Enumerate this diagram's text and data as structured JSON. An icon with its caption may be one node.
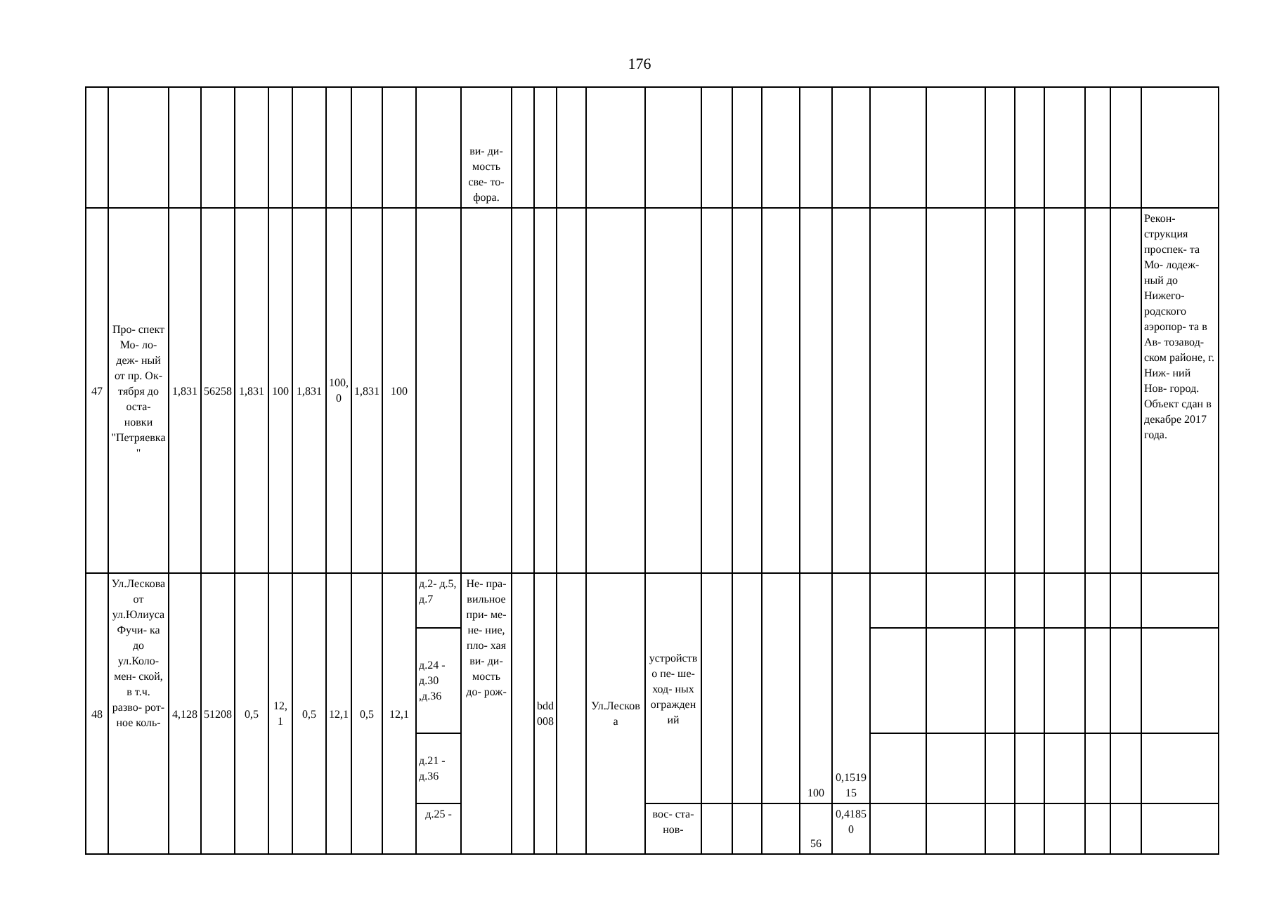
{
  "diagram": {
    "labels": [
      "176",
      "ви- ди- мость све- то- фора.",
      "47",
      "Про- спект Мо- ло- деж- ный от пр. Ок- тября до оста- новки \"Петряевка\"",
      "1,831",
      "56258",
      "1,831",
      "100",
      "1,831",
      "100,0",
      "1,831",
      "100",
      "Рекон- струкция проспек- та Мо- лодеж- ный до Нижего- родского аэропор- та в Ав- тозавод- ском районе, г. Ниж- ний Нов- город. Объект сдан в декабре 2017 года.",
      "48",
      "Ул.Лескова от ул.Юлиуса Фучи- ка до ул.Коло- мен- ской, в т.ч. разво- рот- ное коль-",
      "4,128",
      "51208",
      "0,5",
      "12,1",
      "0,5",
      "12,1",
      "0,5",
      "12,1",
      "д.2- д.5, д.7",
      "Не- пра- вильное при- ме- не- ние, пло- хая ви- ди- мость до- рож-",
      "bdd008",
      "Ул.Лескова",
      "устройство пе- ше- ход- ных ограждений",
      "д.24 - д.30 ,д.36",
      "д.21 - д.36",
      "100",
      "0,151915",
      "д.25 -",
      "вос- ста- нов-",
      "56",
      "0,41850"
    ]
  }
}
